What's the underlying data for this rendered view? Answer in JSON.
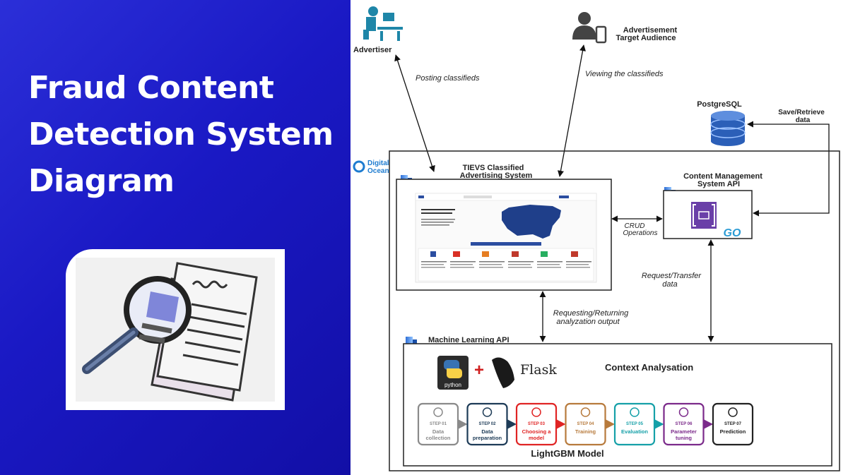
{
  "slide": {
    "title_line1": "Fraud Content",
    "title_line2": "Detection System",
    "title_line3": "Diagram",
    "illustration_icon": "magnifier-over-document-icon"
  },
  "diagram": {
    "advertiser": "Advertiser",
    "audience_line1": "Advertisement",
    "audience_line2": "Target Audience",
    "posting": "Posting  classifieds",
    "viewing": "Viewing the classifieds",
    "postgres": "PostgreSQL",
    "save_line1": "Save/Retrieve",
    "save_line2": "data",
    "do_line1": "Digital",
    "do_line2": "Ocean",
    "tievs_line1": "TIEVS Classified",
    "tievs_line2": "Advertising System",
    "cms_line1": "Content Management",
    "cms_line2": "System API",
    "crud_line1": "CRUD",
    "crud_line2": "Operations",
    "go_label": "GO",
    "request_line1": "Request/Transfer",
    "request_line2": "data",
    "reqret_line1": "Requesting/Returning",
    "reqret_line2": "analyzation output",
    "ml_api": "Machine Learning API",
    "python_label": "python",
    "flask_label": "Flask",
    "context": "Context Analysation",
    "model": "LightGBM Model",
    "steps": [
      {
        "num": "STEP 01",
        "line1": "Data",
        "line2": "collection",
        "color": "#8a8a8a"
      },
      {
        "num": "STEP 02",
        "line1": "Data",
        "line2": "preparation",
        "color": "#1d3b57"
      },
      {
        "num": "STEP 03",
        "line1": "Choosing a",
        "line2": "model",
        "color": "#e02424"
      },
      {
        "num": "STEP 04",
        "line1": "Training",
        "line2": "",
        "color": "#b77a3c"
      },
      {
        "num": "STEP 05",
        "line1": "Evaluation",
        "line2": "",
        "color": "#15a0a8"
      },
      {
        "num": "STEP 06",
        "line1": "Parameter",
        "line2": "tuning",
        "color": "#7b2a8a"
      },
      {
        "num": "STEP 07",
        "line1": "Prediction",
        "line2": "",
        "color": "#222222"
      }
    ]
  }
}
